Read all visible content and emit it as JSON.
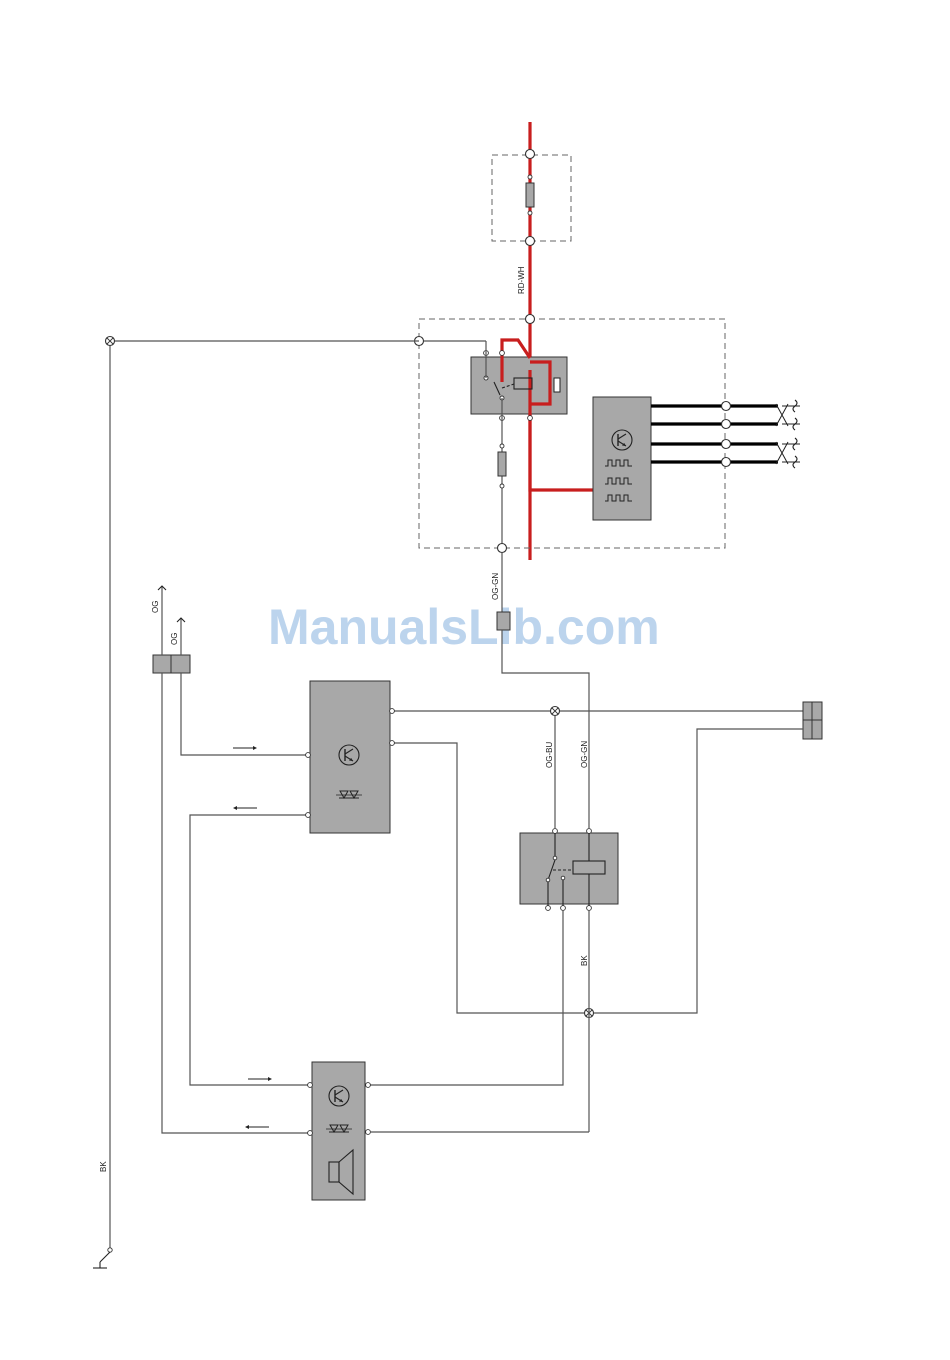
{
  "wire_labels": {
    "supply_feed": "RD-WH",
    "relay_output": "OG-GN",
    "coil_feed": "OG-GN",
    "contact_feed": "OG-BU",
    "ground_branch": "BK",
    "ground_main": "BK",
    "connector_upper": "OG",
    "connector_lower": "OG"
  },
  "watermark": "ManualsLib.com",
  "colors": {
    "power_wire": "#c81e1e",
    "bus_wire": "#000000",
    "signal_wire": "#555555",
    "module_fill": "#a8a8a8"
  },
  "icons": [
    "transistor-icon",
    "diode-pair-icon",
    "pulse-train-icon",
    "speaker-icon",
    "relay-switch-icon",
    "fuse-icon",
    "ground-switch-icon",
    "splice-icon"
  ]
}
